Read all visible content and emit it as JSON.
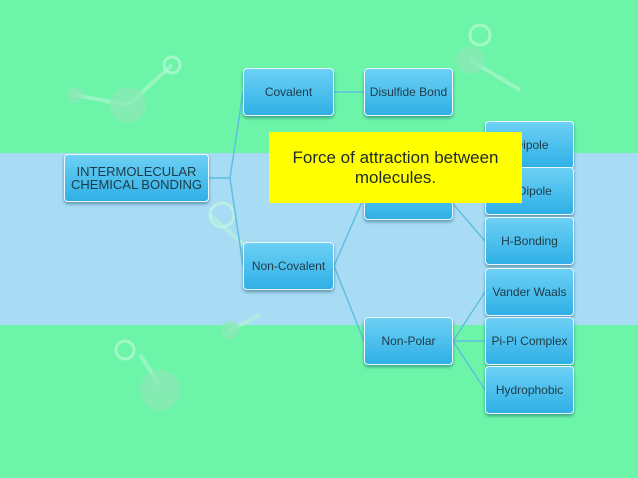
{
  "colors": {
    "background": "#6cf5a8",
    "band": "#a8dcf5",
    "node_fill": "#3fbcea",
    "connector": "#5fbfe0",
    "tooltip_fill": "#ffff00"
  },
  "diagram": {
    "root": "INTERMOLECULAR CHEMICAL BONDING",
    "covalent": "Covalent",
    "disulfide_bond": "Disulfide Bond",
    "non_covalent": "Non-Covalent",
    "polar": "",
    "non_polar": "Non-Polar",
    "ion_dipole": "-Dipole",
    "dipole_dipole": "e-Dipole",
    "h_bonding": "H-Bonding",
    "vander_waals": "Vander Waals",
    "pi_pi_complex": "Pi-Pi Complex",
    "hydrophobic": "Hydrophobic"
  },
  "tooltip": {
    "text": "Force of attraction between molecules."
  }
}
